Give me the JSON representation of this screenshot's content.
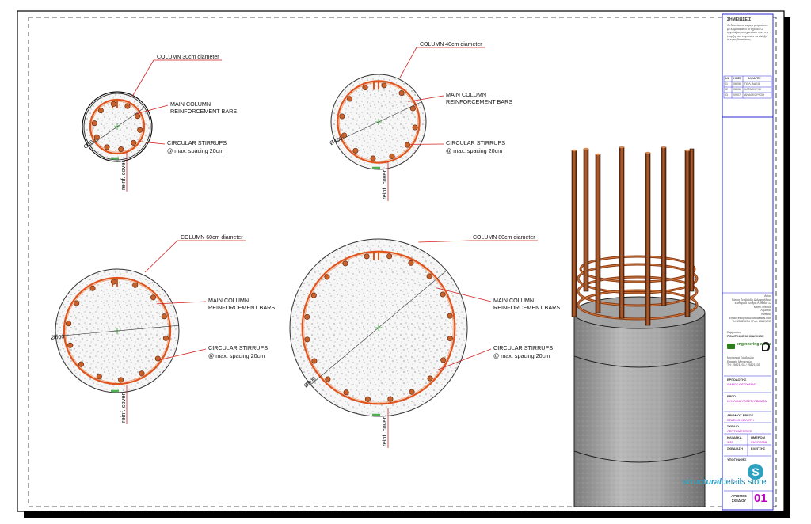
{
  "columns": [
    {
      "title": "COLUMN 30cm diameter",
      "dimension": "Ø300",
      "cover_label": "reinf. cover",
      "bars_label_1": "MAIN COLUMN",
      "bars_label_2": "REINFORCEMENT BARS",
      "stirrups_label_1": "CIRCULAR STIRRUPS",
      "stirrups_label_2": "@ max. spacing 20cm"
    },
    {
      "title": "COLUMN 40cm diameter",
      "dimension": "Ø400",
      "cover_label": "reinf. cover",
      "bars_label_1": "MAIN COLUMN",
      "bars_label_2": "REINFORCEMENT BARS",
      "stirrups_label_1": "CIRCULAR STIRRUPS",
      "stirrups_label_2": "@ max. spacing 20cm"
    },
    {
      "title": "COLUMN 60cm diameter",
      "dimension": "Ø600",
      "cover_label": "reinf. cover",
      "bars_label_1": "MAIN COLUMN",
      "bars_label_2": "REINFORCEMENT BARS",
      "stirrups_label_1": "CIRCULAR STIRRUPS",
      "stirrups_label_2": "@ max. spacing 20cm"
    },
    {
      "title": "COLUMN 80cm diameter",
      "dimension": "Ø800",
      "cover_label": "reinf. cover",
      "bars_label_1": "MAIN COLUMN",
      "bars_label_2": "REINFORCEMENT BARS",
      "stirrups_label_1": "CIRCULAR STIRRUPS",
      "stirrups_label_2": "@ max. spacing 20cm"
    }
  ],
  "title_block": {
    "notes_heading": "ΣΗΜΕΙΩΣΕΙΣ",
    "notes_text": "Οι διαστάσεις να μην μετρούνται με κλίμακα από το σχέδιο. Ο εργολάβος υποχρεούται πριν την έναρξη των εργασιών να ελέγξει όλες τις διαστάσεις.",
    "rev_headers": [
      "Α/Α",
      "ΗΜΕΡ",
      "ΑΛΛΑΓΕΣ"
    ],
    "revisions": [
      [
        "01",
        "08/06",
        "ΠΟΛ. ΑΔΕΙΑ"
      ],
      [
        "02",
        "08/06",
        "ΚΑΤΑΣΚΕΥΗ"
      ],
      [
        "03",
        "09/07",
        "ΑΝΑΘΕΩΡΗΣΗ"
      ]
    ],
    "address_lines": [
      "Αγίου",
      "Γιάννη Ζερβούδη & Αρχιμήδους",
      "Εμπορικό Κέντρο Κύπρος 12",
      "Μέσα Γειτονιά",
      "Λεμεσός",
      "Κύπρος",
      "Email: info@structuraldetails.com",
      "Tel: 25821234 / Fax: 25821235"
    ],
    "engineer_heading": "ΠΟΛΙΤΙΚΟΣ ΜΗΧΑΝΙΚΟΣ",
    "engineer_small": "Σύμβουλοι",
    "logo_text": "engineering works",
    "engineer_info_lines": [
      "Μηχανικοί Σύμβουλοι",
      "Εταιρεία Μηχανικών",
      "Tel: 25821234 / 25821235"
    ],
    "owner_heading": "ΕΡΓΟΔΟΤΗΣ",
    "owner_value": "ΘΑΝΟΣ ΘΕΟΧΑΡΗΣ",
    "project_heading": "ΕΡΓΟ",
    "project_value": "ΚΥΚΛΙΚΑ ΥΠΟΣΤΥΛΩΜΑΤΑ",
    "drawing_no_heading": "ΑΡΙΘΜΟΣ ΕΡΓΟΥ",
    "drawing_no_value": "ΣΤΑΤΙΚΟ ΜΕΛΕΤΗ",
    "drawing_heading": "ΣΧΕΔΙΟ",
    "drawing_value": "ΛΕΠΤΟΜΕΡΕΙΕΣ",
    "scale_heading": "ΚΛΙΜΑΚΑ",
    "scale_value": "1:20",
    "date_heading": "ΗΜΕΡΟΜ",
    "date_value": "09/07/2008",
    "drawn_heading": "ΣΧΕΔΙΑΣΗ",
    "checked_heading": "ΕΛΕΓΞΗΣ",
    "signatures_heading": "ΥΠΟΓΡΑΦΕΣ",
    "sheet_no_label_1": "ΑΡΙΘΜΟΣ",
    "sheet_no_label_2": "ΣΧΕΔΙΟΥ",
    "sheet_no": "01"
  },
  "brand": {
    "word_1": "structural",
    "word_2": "details",
    "word_3": "store",
    "letter": "S",
    "color_1": "#2fa1c0",
    "color_2": "#1b8bb0"
  },
  "colors": {
    "label_line": "#d02020",
    "rebar": "#c8622c",
    "stirrup": "#e0531b",
    "cover": "#4caf50",
    "concrete": "#f4f4f4",
    "border_blue": "#2a2ad4",
    "magenta": "#c000c0"
  }
}
